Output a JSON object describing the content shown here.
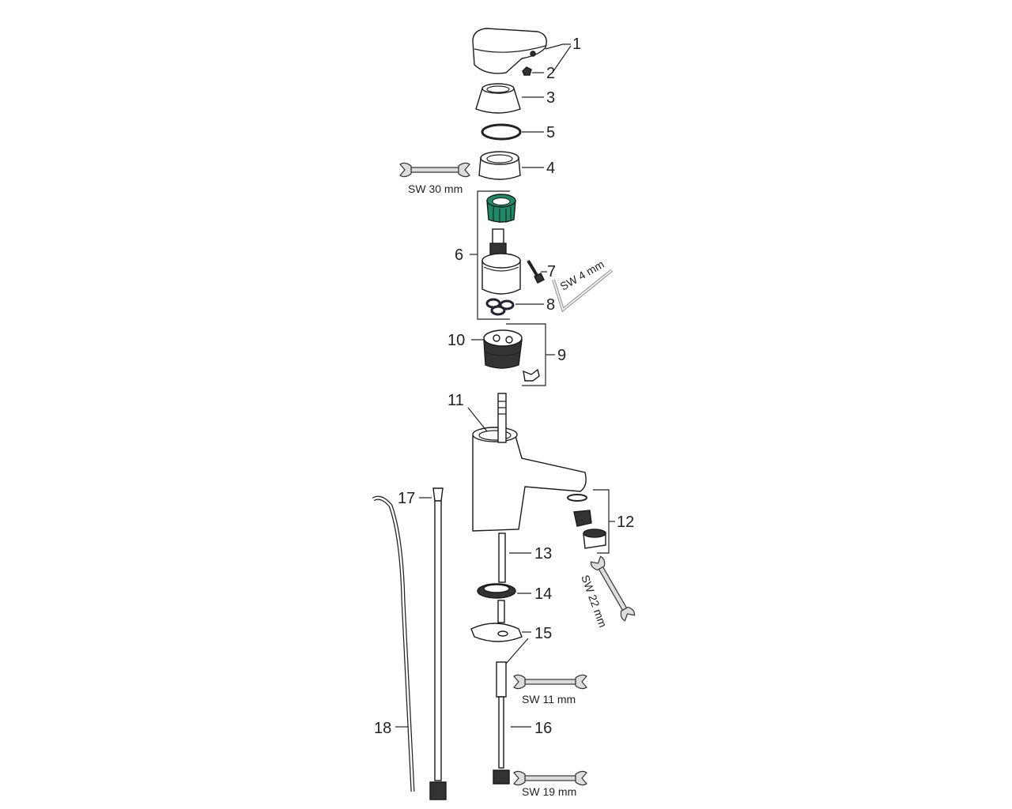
{
  "diagram": {
    "part_labels": {
      "p1": "1",
      "p2": "2",
      "p3": "3",
      "p4": "4",
      "p5": "5",
      "p6": "6",
      "p7": "7",
      "p8": "8",
      "p9": "9",
      "p10": "10",
      "p11": "11",
      "p12": "12",
      "p13": "13",
      "p14": "14",
      "p15": "15",
      "p16": "16",
      "p17": "17",
      "p18": "18"
    },
    "tool_labels": {
      "sw30": "SW 30 mm",
      "sw4": "SW 4 mm",
      "sw22": "SW 22 mm",
      "sw11": "SW 11 mm",
      "sw19": "SW 19 mm"
    },
    "colors": {
      "cartridge_nut": "#1f8a6a",
      "line": "#222222"
    }
  }
}
